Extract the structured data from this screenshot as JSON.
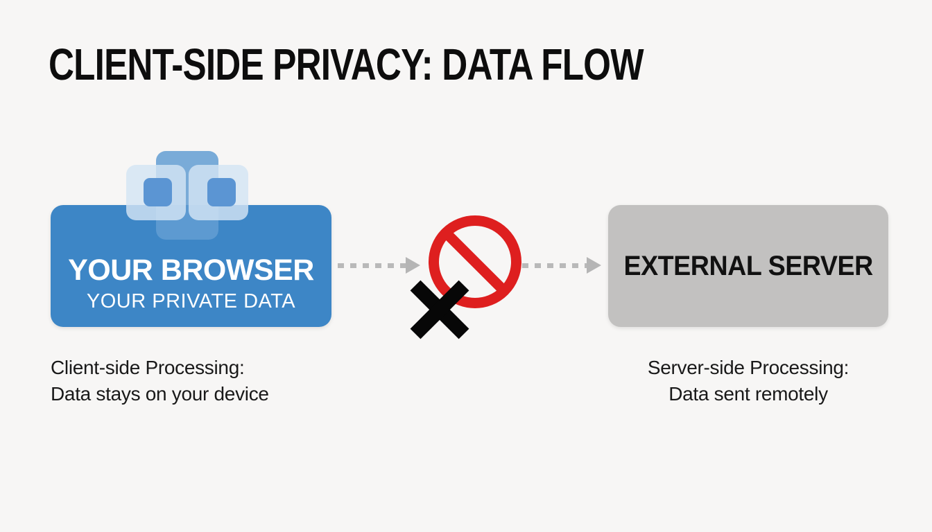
{
  "title": "CLIENT-SIDE PRIVACY: DATA FLOW",
  "browser_box": {
    "title": "YOUR BROWSER",
    "subtitle": "YOUR PRIVATE DATA"
  },
  "server_box": {
    "title": "EXTERNAL SERVER"
  },
  "captions": {
    "client": {
      "line1": "Client-side Processing:",
      "line2": "Data stays on your device"
    },
    "server": {
      "line1": "Server-side Processing:",
      "line2": "Data sent remotely"
    }
  },
  "icons": {
    "browser": "browser-windows-icon",
    "blocked": "prohibition-icon",
    "cross": "x-mark-icon",
    "flow_left": "dashed-arrow-right-icon",
    "flow_right": "dashed-arrow-right-icon"
  },
  "colors": {
    "background": "#f7f6f5",
    "browser_box_blue": "#3d86c6",
    "icon_pane_blue": "#5b95d3",
    "server_box_gray": "#c2c1c0",
    "prohibition_red": "#de1f1f",
    "arrow_gray": "#b9b9b9",
    "title_text": "#0d0d0d",
    "caption_text": "#191919",
    "box_text_light": "#ffffff",
    "box_text_dark": "#111111"
  }
}
